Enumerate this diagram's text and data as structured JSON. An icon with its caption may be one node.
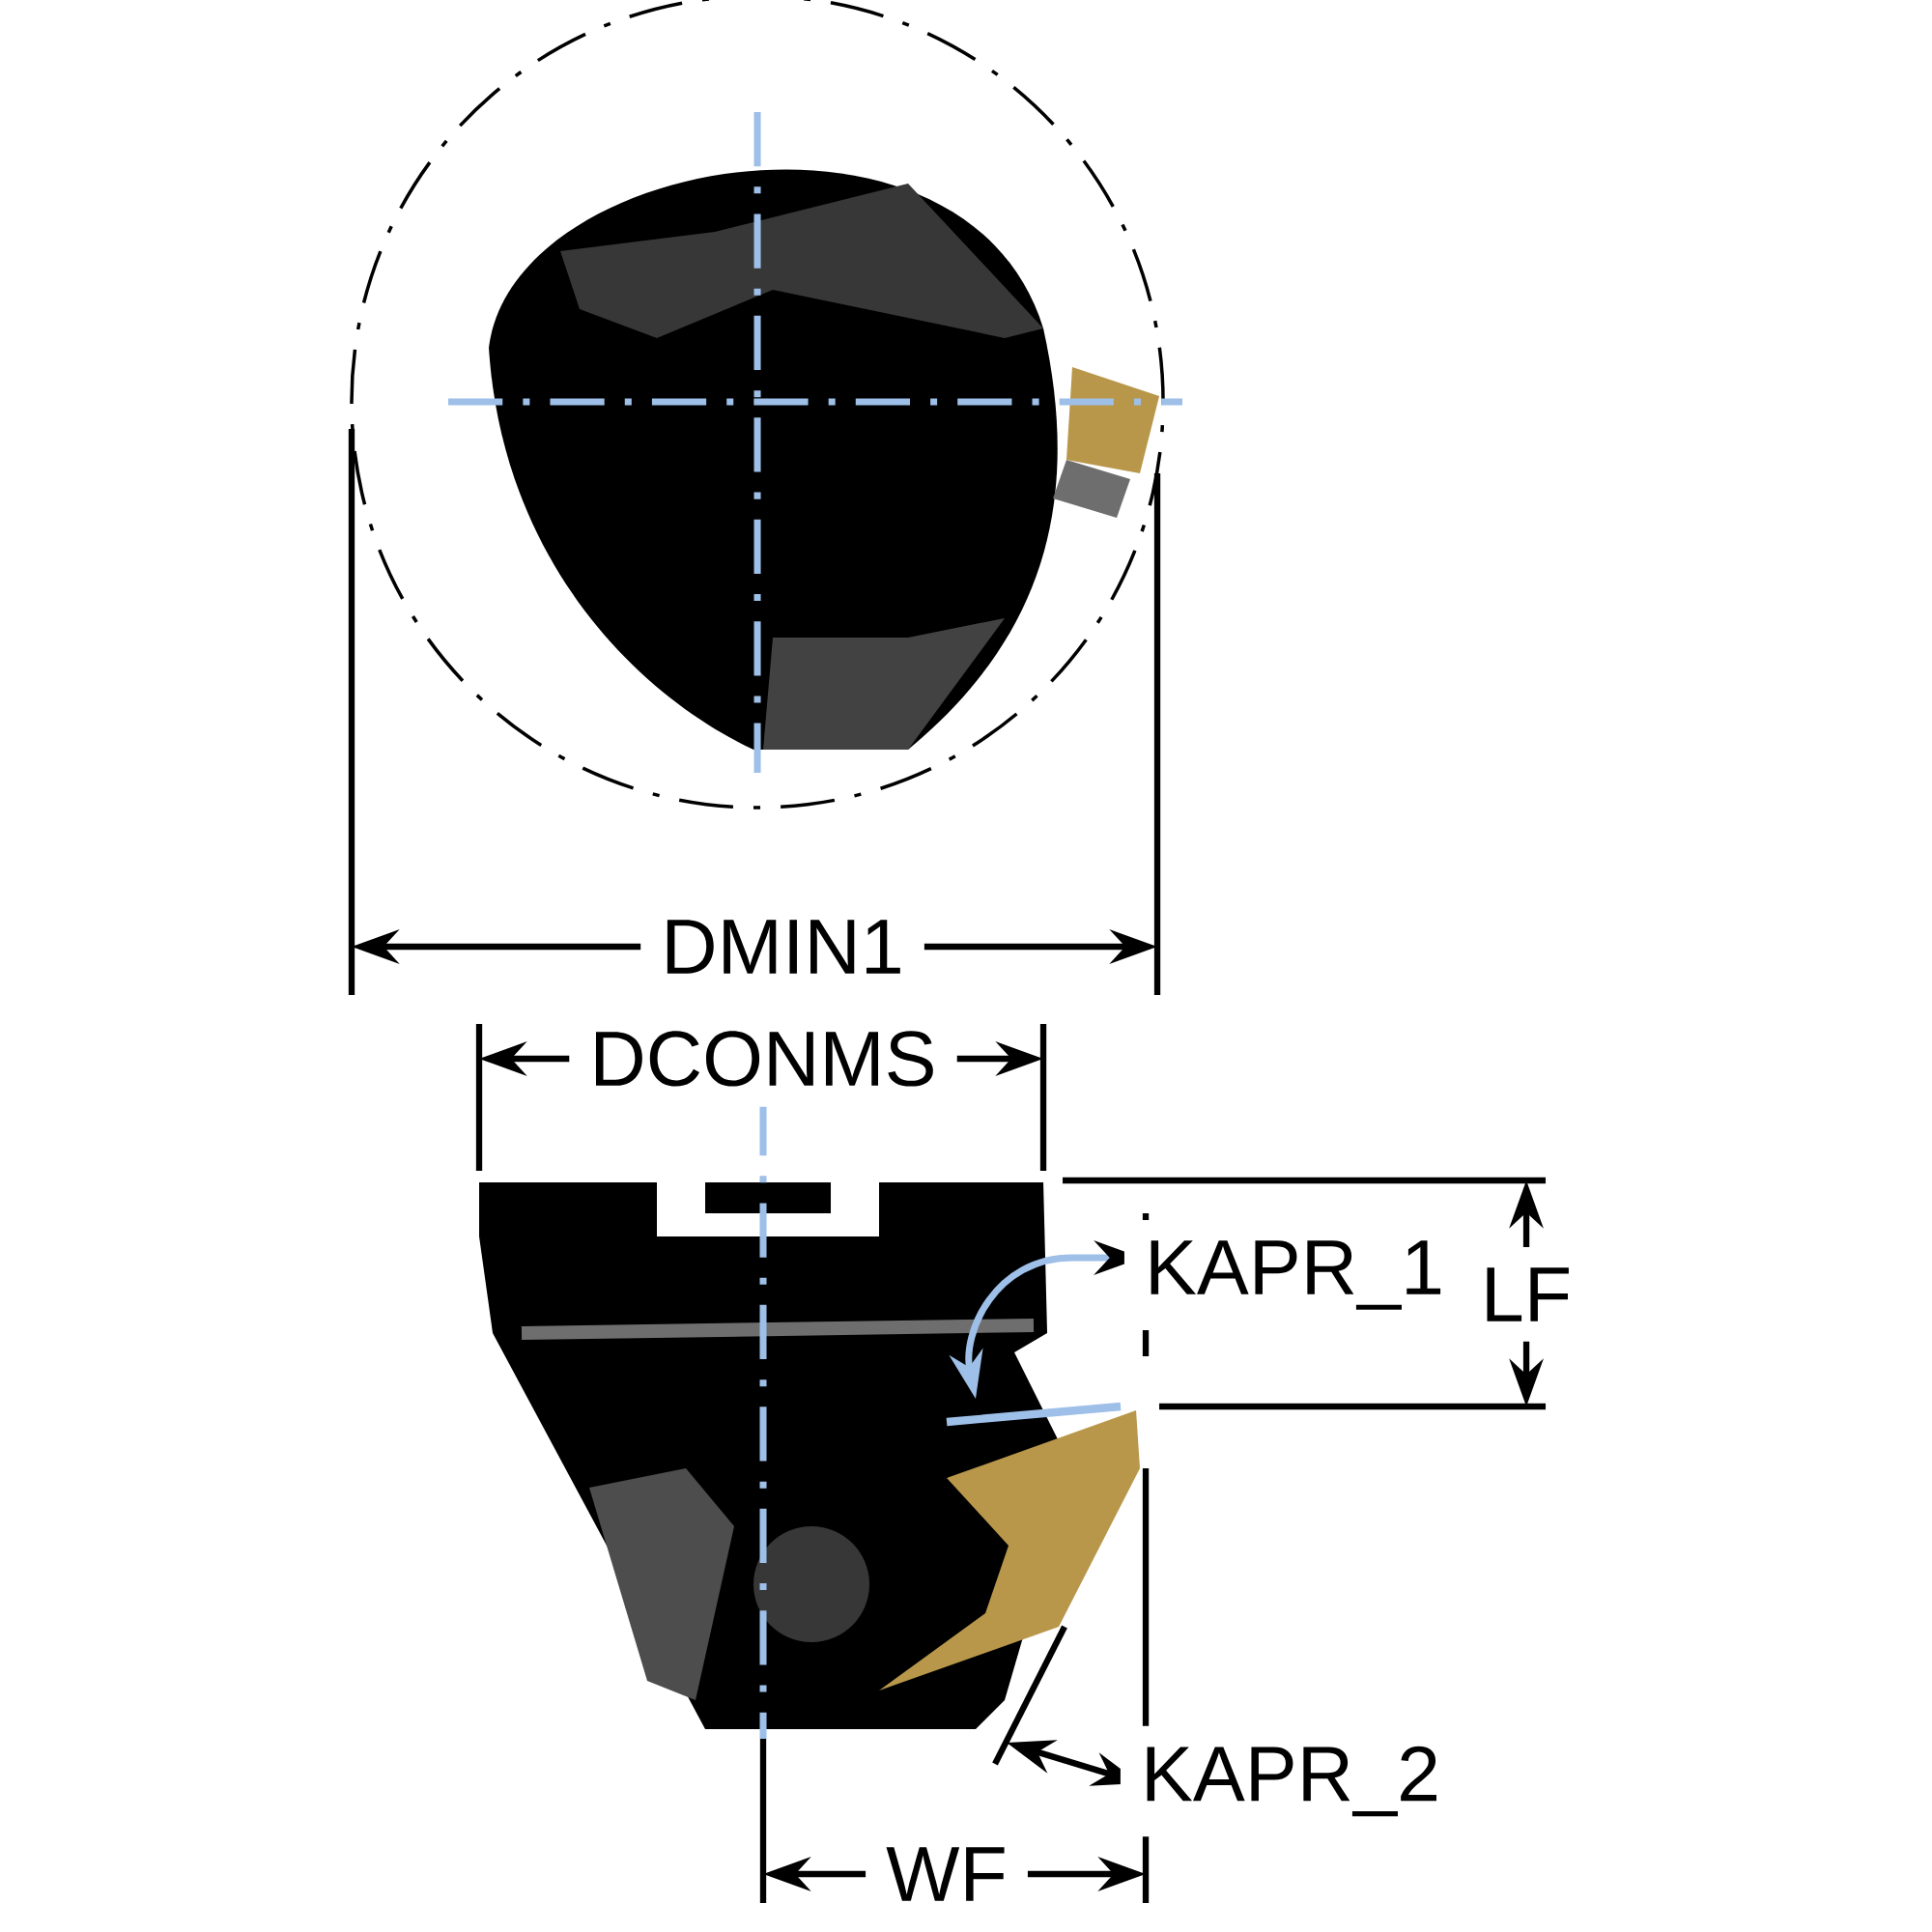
{
  "diagram": {
    "labels": [
      "DMIN1",
      "DCONMS",
      "KAPR_1",
      "LF",
      "KAPR_2",
      "WF"
    ]
  }
}
